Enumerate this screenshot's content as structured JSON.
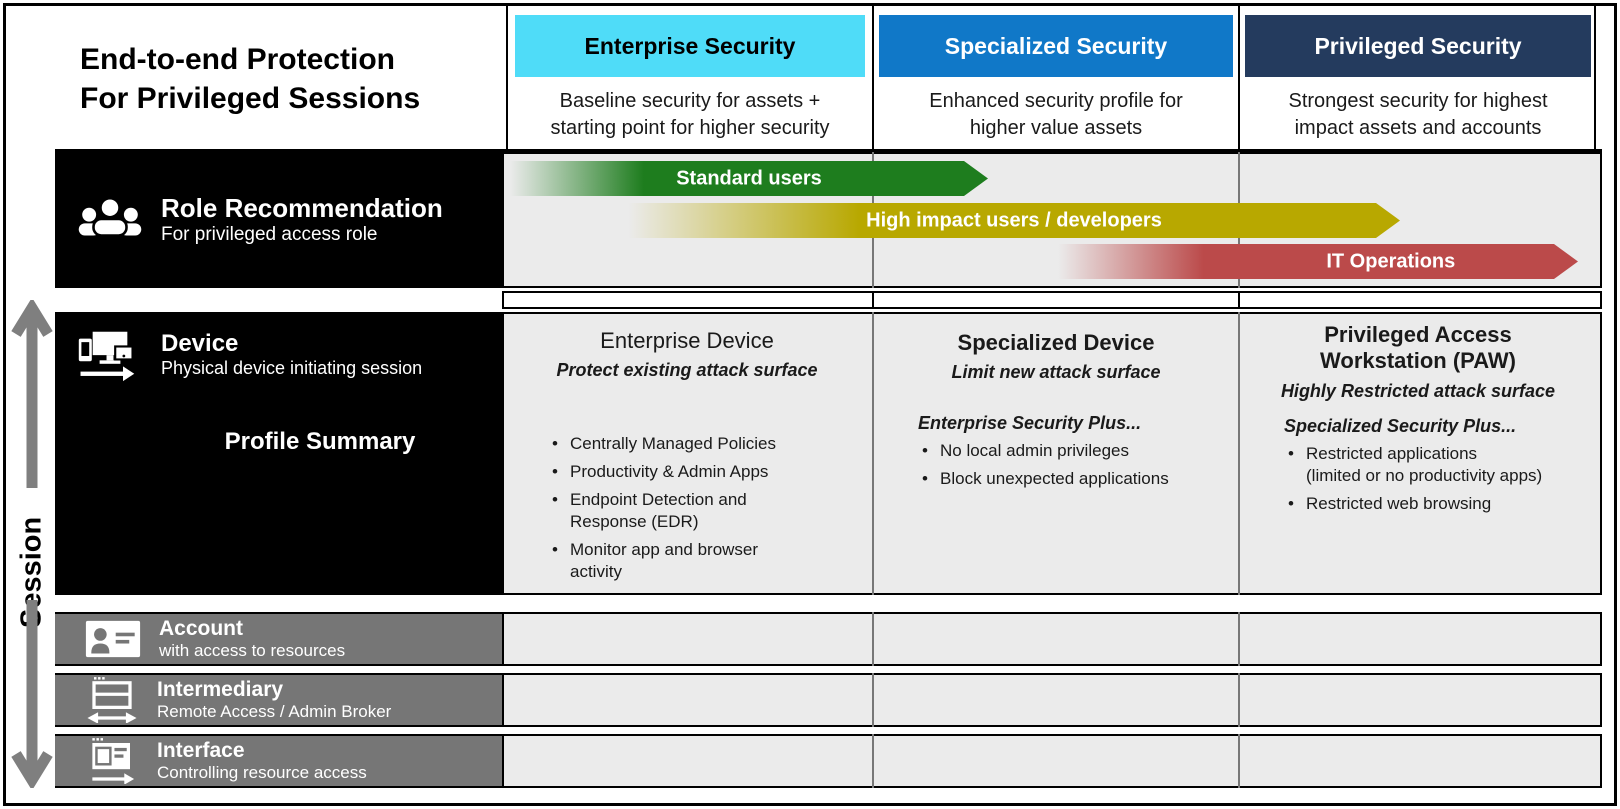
{
  "title": {
    "line1": "End-to-end Protection",
    "line2": "For Privileged Sessions"
  },
  "session_axis": {
    "label": "Session"
  },
  "columns": [
    {
      "header": "Enterprise Security",
      "description": "Baseline security for assets +\nstarting point for higher security",
      "header_bg": "#4FDCF8",
      "header_text_color": "#000000"
    },
    {
      "header": "Specialized Security",
      "description": "Enhanced security profile for\nhigher value assets",
      "header_bg": "#1078C8",
      "header_text_color": "#FFFFFF"
    },
    {
      "header": "Privileged Security",
      "description": "Strongest security for highest\nimpact assets and accounts",
      "header_bg": "#243B5E",
      "header_text_color": "#FFFFFF"
    }
  ],
  "role_row": {
    "title": "Role Recommendation",
    "subtitle": "For privileged access role",
    "icon": "people-icon",
    "arrows": [
      {
        "label": "Standard users",
        "color": "#1E7D1E"
      },
      {
        "label": "High impact users / developers",
        "color": "#B8A800"
      },
      {
        "label": "IT Operations",
        "color": "#BB4A4A"
      }
    ]
  },
  "device_row": {
    "title": "Device",
    "subtitle": "Physical device initiating session",
    "profile_summary_label": "Profile Summary",
    "icon": "devices-icon",
    "cells": [
      {
        "title": "Enterprise Device",
        "tagline": "Protect existing attack surface",
        "bullets": [
          "Centrally Managed Policies",
          "Productivity & Admin Apps",
          "Endpoint Detection and\nResponse (EDR)",
          "Monitor app and browser\nactivity"
        ]
      },
      {
        "title": "Specialized Device",
        "tagline": "Limit new attack surface",
        "plus_heading": "Enterprise Security Plus...",
        "bullets": [
          "No local admin privileges",
          "Block unexpected applications"
        ]
      },
      {
        "title": "Privileged Access Workstation (PAW)",
        "tagline": "Highly Restricted attack surface",
        "plus_heading": "Specialized Security Plus...",
        "bullets": [
          "Restricted applications\n(limited or no productivity apps)",
          "Restricted web browsing"
        ]
      }
    ]
  },
  "bottom_rows": [
    {
      "title": "Account",
      "subtitle": "with access to resources",
      "icon": "id-card-icon"
    },
    {
      "title": "Intermediary",
      "subtitle": "Remote Access / Admin Broker",
      "icon": "window-arrows-icon"
    },
    {
      "title": "Interface",
      "subtitle": "Controlling resource access",
      "icon": "window-panel-icon"
    }
  ],
  "colors": {
    "cell_bg": "#EBEBEB",
    "label_box_black": "#000000",
    "label_box_gray": "#767676",
    "session_arrow_gray": "#7F7F7F",
    "arrow_green": "#1E7D1E",
    "arrow_olive": "#B8A800",
    "arrow_red": "#BB4A4A"
  }
}
